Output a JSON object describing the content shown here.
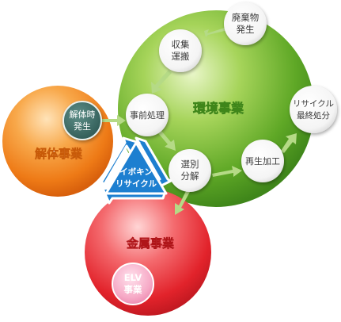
{
  "spheres": {
    "kaitai": "解体事業",
    "kankyo": "環境事業",
    "kinzoku": "金属事業"
  },
  "center_badge": {
    "line1": "イボキン",
    "line2": "リサイクル"
  },
  "nodes": {
    "kaitaiji_hassei": [
      "解体時",
      "発生"
    ],
    "haikibutsu_hassei": [
      "廃棄物",
      "発生"
    ],
    "shushu_unpan": [
      "収集",
      "運搬"
    ],
    "jizen_shori": [
      "事前処理"
    ],
    "senbetsu_bunkai": [
      "選別",
      "分解"
    ],
    "saisei_kako": [
      "再生加工"
    ],
    "recycle_saishu": [
      "リサイクル",
      "最終処分"
    ],
    "elv": [
      "ELV",
      "事業"
    ]
  },
  "colors": {
    "green": "#6ab02a",
    "orange": "#ef7f1a",
    "red": "#e8232c",
    "recycle_blue": "#1d7fd0",
    "arrow": "#a9d27a",
    "node_fill": "#ffffff",
    "node_text": "#3a3a3a",
    "dark_node": "#3c6a64",
    "elv_fill": "#f4a7c4"
  },
  "icons": {
    "recycle": "recycle-arrows-icon",
    "flow_arrow": "arrow-icon"
  }
}
